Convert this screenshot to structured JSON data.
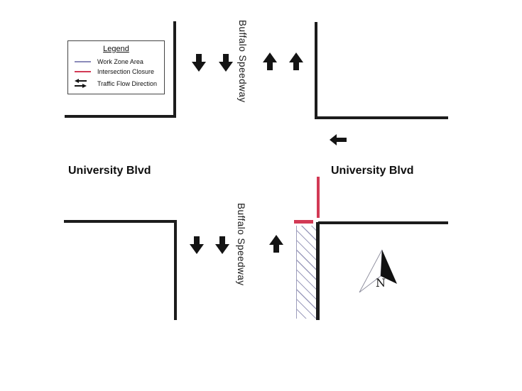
{
  "colors": {
    "background": "#ffffff",
    "road_line": "#1c1c1c",
    "closure_red": "#d23a55",
    "work_zone_purple": "#8b8bba",
    "hatch_purple": "#9d9dbd",
    "arrow_black": "#141414"
  },
  "legend": {
    "title": "Legend",
    "items": [
      {
        "label": "Work Zone Area",
        "symbol": "work-zone-line-icon",
        "color": "#8b8bba"
      },
      {
        "label": "Intersection Closure",
        "symbol": "closure-line-icon",
        "color": "#d23a55"
      },
      {
        "label": "Traffic Flow Direction",
        "symbol": "flow-arrows-icon",
        "color": "#141414"
      }
    ]
  },
  "road_labels": {
    "buffalo_speedway_north": "Buffalo Speedway",
    "buffalo_speedway_south": "Buffalo Speedway",
    "university_blvd_west": "University Blvd",
    "university_blvd_east": "University Blvd"
  },
  "compass": {
    "label": "N"
  },
  "traffic_flow_arrows": {
    "north_leg": {
      "southbound": 2,
      "northbound": 2
    },
    "south_leg": {
      "southbound": 2,
      "northbound": 1
    },
    "east_leg": {
      "westbound": 1
    }
  },
  "closures": {
    "north_leg_vertical_bar": true,
    "northwest_corner_horizontal_bar": true
  },
  "work_zone": {
    "hatched_strip": "west edge of Buffalo Speedway, south of University Blvd"
  }
}
